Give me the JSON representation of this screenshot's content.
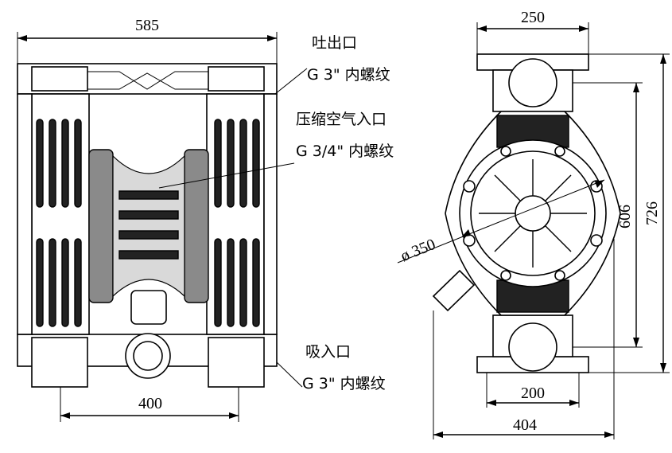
{
  "front_view": {
    "width_dim": "585",
    "base_dim": "400",
    "outlet_label": "吐出口",
    "outlet_thread": "G 3\" 内螺纹",
    "air_label": "压缩空气入口",
    "air_thread": "G 3/4\" 内螺纹",
    "inlet_label": "吸入口",
    "inlet_thread": "G 3\" 内螺纹"
  },
  "side_view": {
    "top_width_dim": "250",
    "bottom_flange_dim": "200",
    "base_width_dim": "404",
    "port_center_dim": "606",
    "overall_height_dim": "726",
    "diaphragm_dim": "ø 350"
  }
}
